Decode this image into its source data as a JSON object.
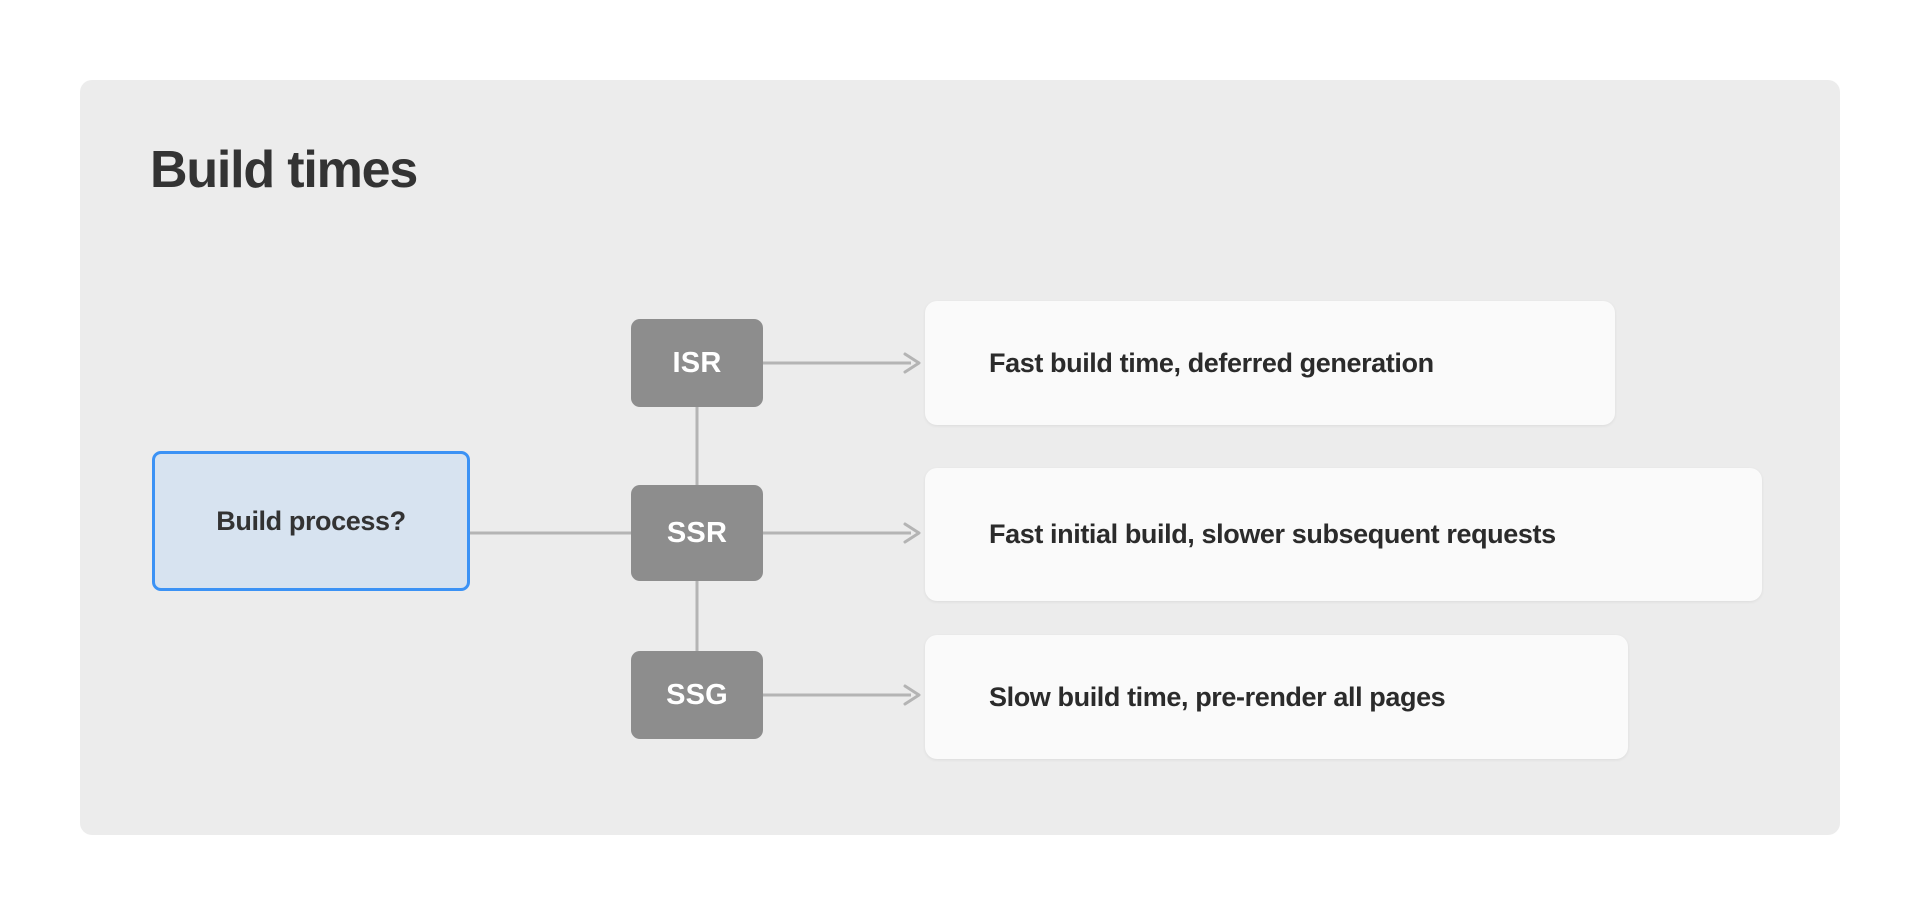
{
  "panel": {
    "title": "Build times"
  },
  "diagram": {
    "type": "flowchart",
    "decision": {
      "label": "Build process?",
      "border_color": "#3b92f5",
      "fill_color": "#d7e3f0"
    },
    "options": [
      {
        "id": "isr",
        "label": "ISR",
        "fill_color": "#8d8d8d",
        "text_color": "#ffffff"
      },
      {
        "id": "ssr",
        "label": "SSR",
        "fill_color": "#8d8d8d",
        "text_color": "#ffffff"
      },
      {
        "id": "ssg",
        "label": "SSG",
        "fill_color": "#8d8d8d",
        "text_color": "#ffffff"
      }
    ],
    "outcomes": [
      {
        "id": "isr",
        "label": "Fast build time, deferred generation"
      },
      {
        "id": "ssr",
        "label": "Fast initial build, slower subsequent requests"
      },
      {
        "id": "ssg",
        "label": "Slow build time, pre-render all pages"
      }
    ],
    "edge_color": "#b4b4b4",
    "icons": {
      "arrow": "arrow-right-icon",
      "connector": "connector-line-icon"
    }
  }
}
